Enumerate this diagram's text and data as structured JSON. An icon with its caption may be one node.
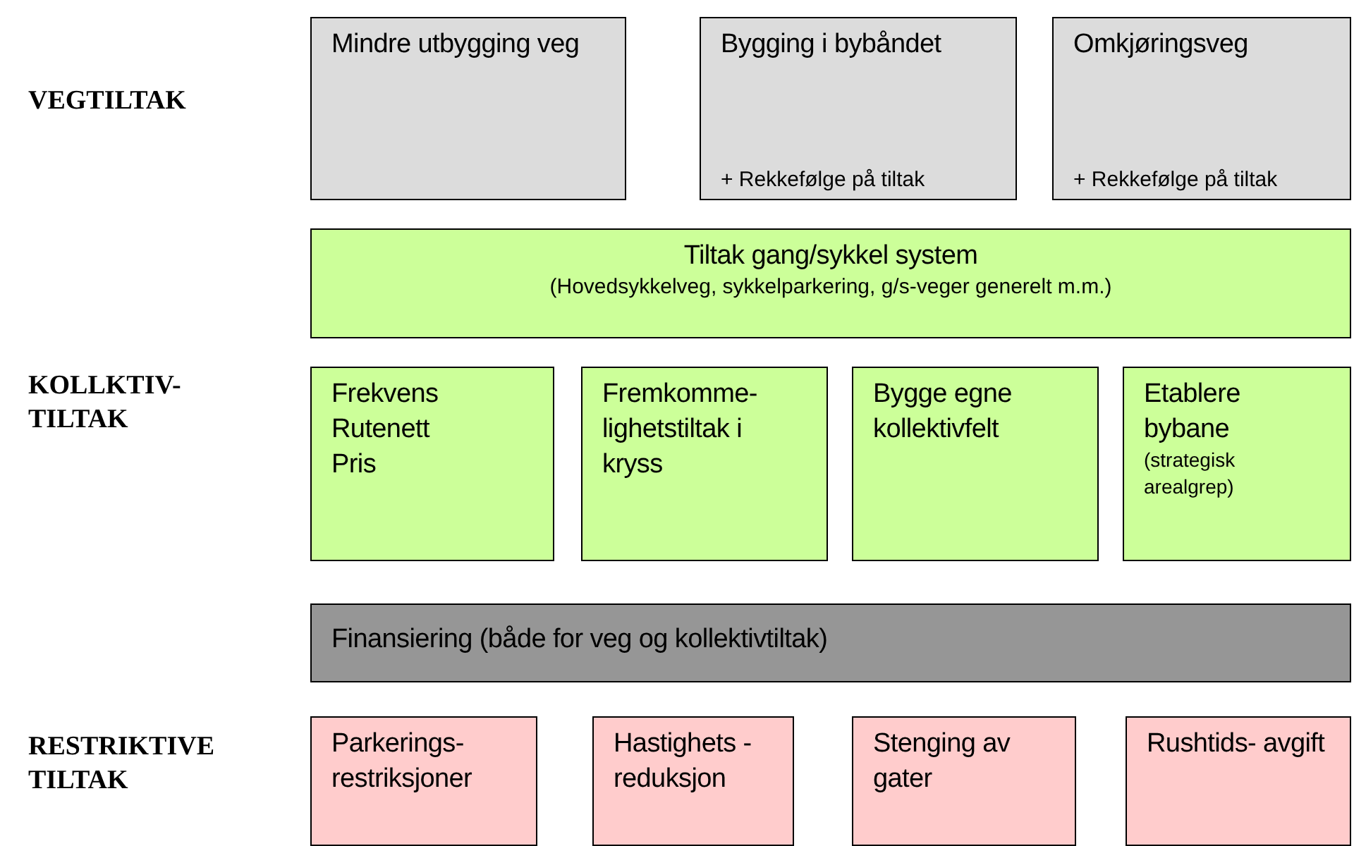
{
  "diagram": {
    "nodes": [
      {
        "text": [
          "Mindre utbygging veg"
        ]
      },
      {
        "text": [
          "Bygging i bybåndet",
          "+ Rekkefølge på tiltak"
        ]
      },
      {
        "text": [
          "Omkjøringsveg",
          "+ Rekkefølge på tiltak"
        ]
      },
      {
        "text": [
          "Tiltak gang/sykkel system",
          "(Hovedsykkelveg, sykkelparkering, g/s-veger generelt m.m.)"
        ]
      },
      {
        "text": [
          "Frekvens Rutenett Pris"
        ]
      },
      {
        "text": [
          "Fremkomme- lighetstiltak i kryss"
        ]
      },
      {
        "text": [
          "Bygge egne kollektivfelt"
        ]
      },
      {
        "text": [
          "Etablere bybane",
          "(strategisk arealgrep)"
        ]
      },
      {
        "text": [
          "Finansiering (både for veg og kollektivtiltak)"
        ]
      },
      {
        "text": [
          "Parkerings- restriksjoner"
        ]
      },
      {
        "text": [
          "Hastighets -reduksjon"
        ]
      },
      {
        "text": [
          "Stenging av gater"
        ]
      },
      {
        "text": [
          "Rushtids- avgift"
        ]
      }
    ],
    "edges": [],
    "labels": [
      "VEGTILTAK",
      "KOLLKTIV- TILTAK",
      "RESTRIKTIVE TILTAK"
    ]
  }
}
